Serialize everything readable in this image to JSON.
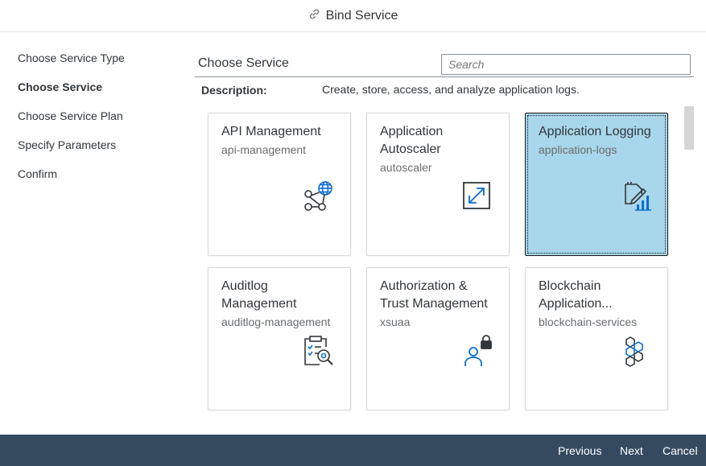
{
  "dialog": {
    "title": "Bind Service"
  },
  "steps": [
    {
      "label": "Choose Service Type",
      "active": false
    },
    {
      "label": "Choose Service",
      "active": true
    },
    {
      "label": "Choose Service Plan",
      "active": false
    },
    {
      "label": "Specify Parameters",
      "active": false
    },
    {
      "label": "Confirm",
      "active": false
    }
  ],
  "main": {
    "heading": "Choose Service",
    "search_placeholder": "Search",
    "description_label": "Description:",
    "description_text": "Create, store, access, and analyze application logs."
  },
  "tiles": [
    {
      "name": "API Management",
      "id": "api-management",
      "icon": "api-network-icon",
      "selected": false
    },
    {
      "name": "Application Autoscaler",
      "id": "autoscaler",
      "icon": "expand-arrow-icon",
      "selected": false
    },
    {
      "name": "Application Logging",
      "id": "application-logs",
      "icon": "log-report-icon",
      "selected": true
    },
    {
      "name": "Auditlog Management",
      "id": "auditlog-management",
      "icon": "clipboard-search-icon",
      "selected": false
    },
    {
      "name": "Authorization & Trust Management",
      "id": "xsuaa",
      "icon": "user-lock-icon",
      "selected": false
    },
    {
      "name": "Blockchain Application...",
      "id": "blockchain-services",
      "icon": "blockchain-icon",
      "selected": false
    }
  ],
  "footer": {
    "previous": "Previous",
    "next": "Next",
    "cancel": "Cancel"
  },
  "colors": {
    "icon_blue": "#0a6ed1",
    "selected_tile": "#a8d6ea",
    "footer_bg": "#354a5f"
  }
}
